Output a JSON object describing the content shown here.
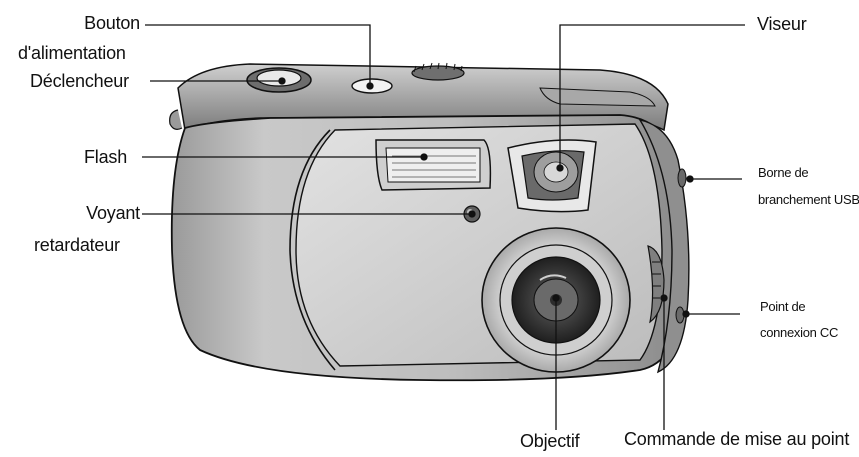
{
  "labels": {
    "power_button": [
      "Bouton",
      "d'alimentation"
    ],
    "shutter": [
      "Déclencheur"
    ],
    "flash": [
      "Flash"
    ],
    "self_timer_lamp": [
      "Voyant",
      "retardateur"
    ],
    "viewfinder": [
      "Viseur"
    ],
    "usb_port": [
      "Borne de",
      "branchement USB"
    ],
    "dc_port": [
      "Point de",
      "connexion CC"
    ],
    "lens": [
      "Objectif"
    ],
    "focus_switch": [
      "Commande de mise au point"
    ]
  },
  "colors": {
    "line": "#111111",
    "body_dark": "#8f8f8f",
    "body_mid": "#b9b9b9",
    "body_light": "#d6d6d6",
    "lens_dark": "#3a3a3a"
  }
}
